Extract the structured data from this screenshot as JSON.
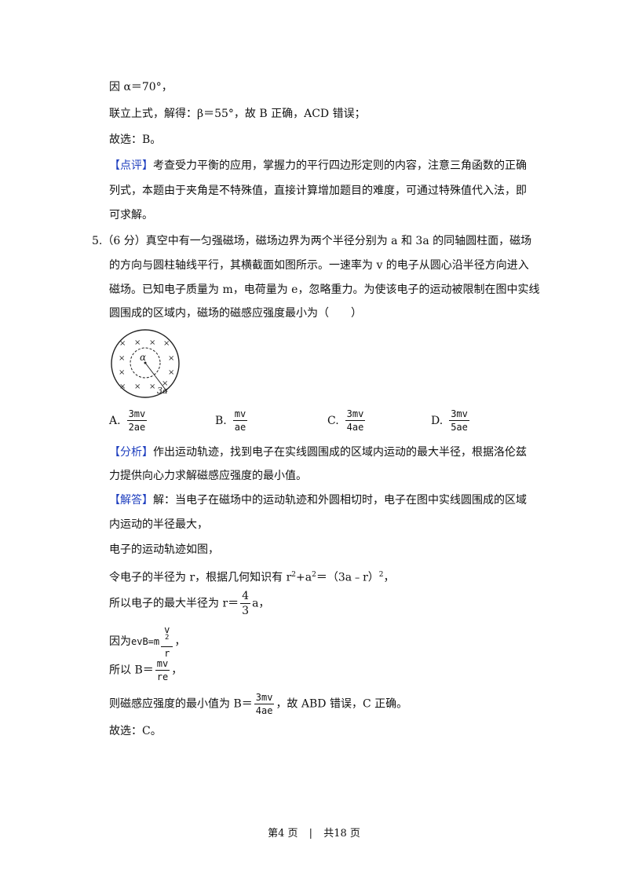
{
  "lines": {
    "l1": "因 α＝70°，",
    "l2": "联立上式，解得：β＝55°，故 B 正确，ACD 错误；",
    "l3": "故选：B。",
    "comment_tag": "【点评】",
    "comment_1": "考查受力平衡的应用，掌握力的平行四边形定则的内容，注意三角函数的正确",
    "comment_2": "列式，本题由于夹角是不特殊值，直接计算增加题目的难度，可通过特殊值代入法，即",
    "comment_3": "可求解。"
  },
  "question": {
    "number": "5.",
    "q1": "（6 分）真空中有一匀强磁场，磁场边界为两个半径分别为 a 和 3a 的同轴圆柱面，磁场",
    "q2": "的方向与圆柱轴线平行，其横截面如图所示。一速率为 v 的电子从圆心沿半径方向进入",
    "q3": "磁场。已知电子质量为 m，电荷量为 e，忽略重力。为使该电子的运动被限制在图中实线",
    "q4": "圆围成的区域内，磁场的磁感应强度最小为（　　）",
    "diagram": {
      "mark": "×",
      "alpha_label": "α",
      "r_label": "3a"
    },
    "options": [
      {
        "label": "A.",
        "num": "3mv",
        "den": "2ae"
      },
      {
        "label": "B.",
        "num": "mv",
        "den": "ae"
      },
      {
        "label": "C.",
        "num": "3mv",
        "den": "4ae"
      },
      {
        "label": "D.",
        "num": "3mv",
        "den": "5ae"
      }
    ]
  },
  "analysis": {
    "tag": "【分析】",
    "a1": "作出运动轨迹，找到电子在实线圆围成的区域内运动的最大半径，根据洛伦兹",
    "a2": "力提供向心力求解磁感应强度的最小值。"
  },
  "answer": {
    "tag": "【解答】",
    "s1": "解：当电子在磁场中的运动轨迹和外圆相切时，电子在图中实线圆围成的区域",
    "s2": "内运动的半径最大，",
    "s3": "电子的运动轨迹如图，",
    "s4_pre": "令电子的半径为 r，根据几何知识有 r",
    "s4_sup1": "2",
    "s4_mid": "+a",
    "s4_sup2": "2",
    "s4_eq": "＝（3a﹣r）",
    "s4_sup3": "2",
    "s4_end": "，",
    "s5_pre": "所以电子的最大半径为 r＝",
    "s5_num": "4",
    "s5_den": "3",
    "s5_post": "a，",
    "s6_pre": "因为",
    "s6_lhs": "evB=m",
    "s6_num": "v",
    "s6_sup": "2",
    "s6_den": "r",
    "s6_post": "，",
    "s7_pre": "所以 B＝",
    "s7_num": "mv",
    "s7_den": "re",
    "s7_post": "，",
    "s8_pre": "则磁感应强度的最小值为 B＝",
    "s8_num": "3mv",
    "s8_den": "4ae",
    "s8_post": "，故 ABD 错误，C 正确。",
    "s9": "故选：C。"
  },
  "footer": {
    "page": "第4 页",
    "sep": "|",
    "total": "共18 页"
  }
}
